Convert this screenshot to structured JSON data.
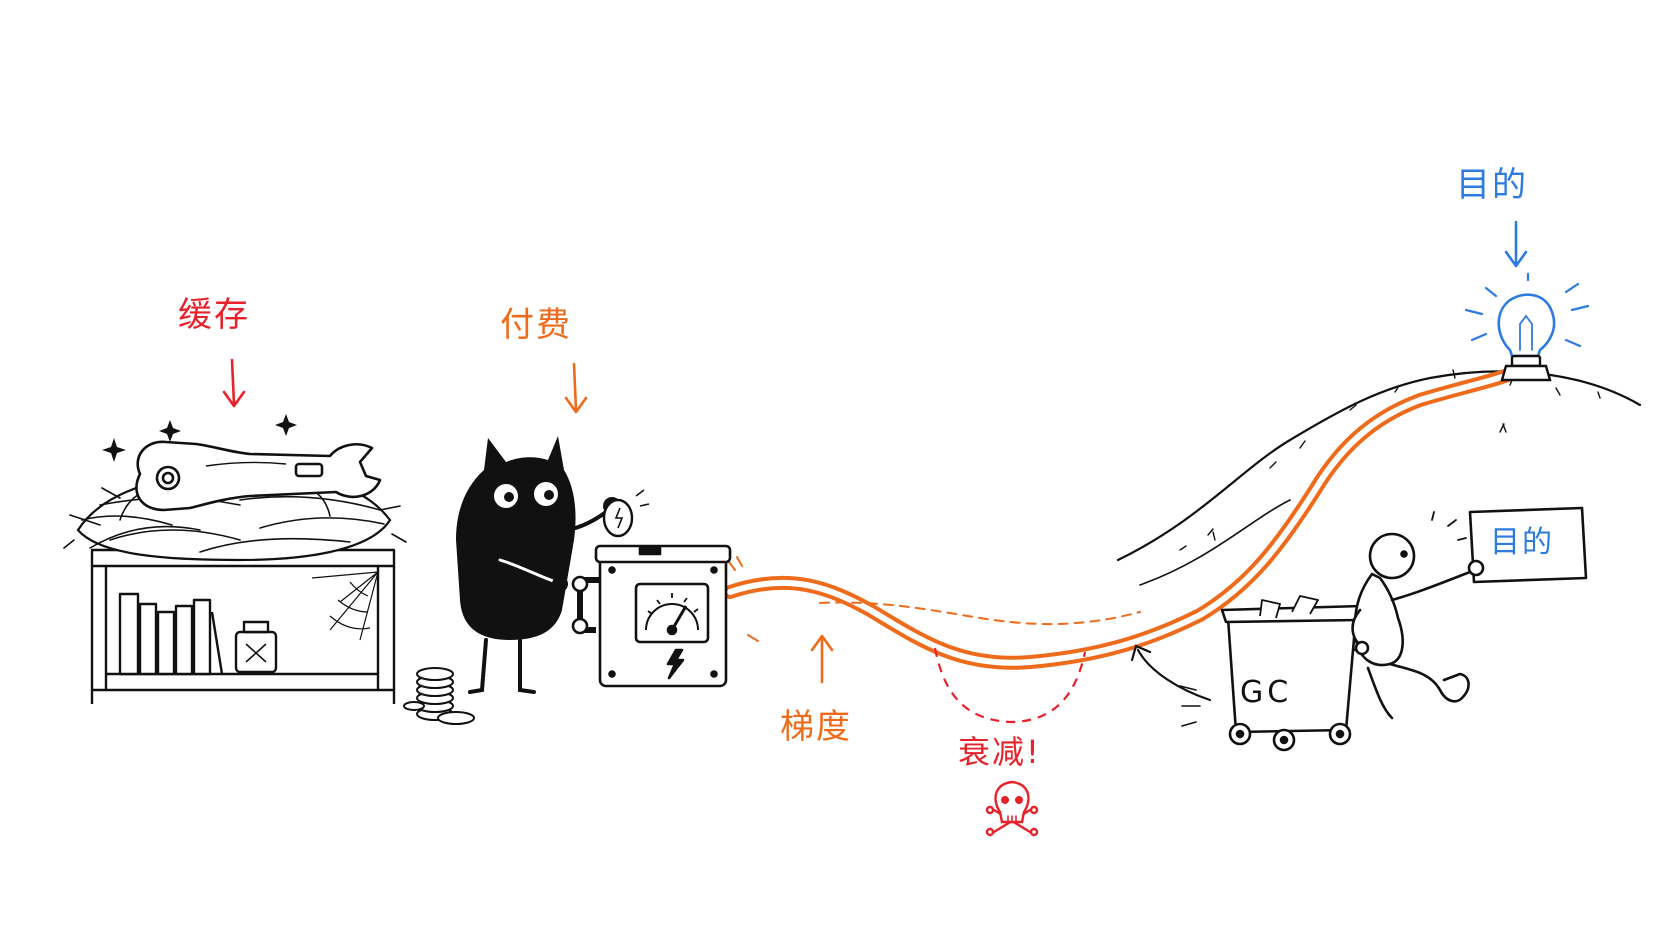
{
  "labels": {
    "cache": "缓存",
    "pay": "付费",
    "gradient": "梯度",
    "decay": "衰减!",
    "goal_top": "目的",
    "goal_sign": "目的",
    "cart": "GC"
  },
  "colors": {
    "cache": "#e8222a",
    "pay": "#ef6b1c",
    "gradient": "#ef6b1c",
    "decay": "#e8222a",
    "goal": "#2d7be0",
    "ink": "#111111"
  },
  "icons": {
    "wrench": "wrench-icon",
    "nest": "nest-icon",
    "shelf": "bookshelf-icon",
    "creature": "black-creature-icon",
    "coins": "coin-stack-icon",
    "meter": "power-meter-icon",
    "cable": "cable-icon",
    "skull": "skull-crossbones-icon",
    "bulb": "lightbulb-icon",
    "cart": "gc-cart-icon",
    "runner": "running-figure-icon"
  }
}
